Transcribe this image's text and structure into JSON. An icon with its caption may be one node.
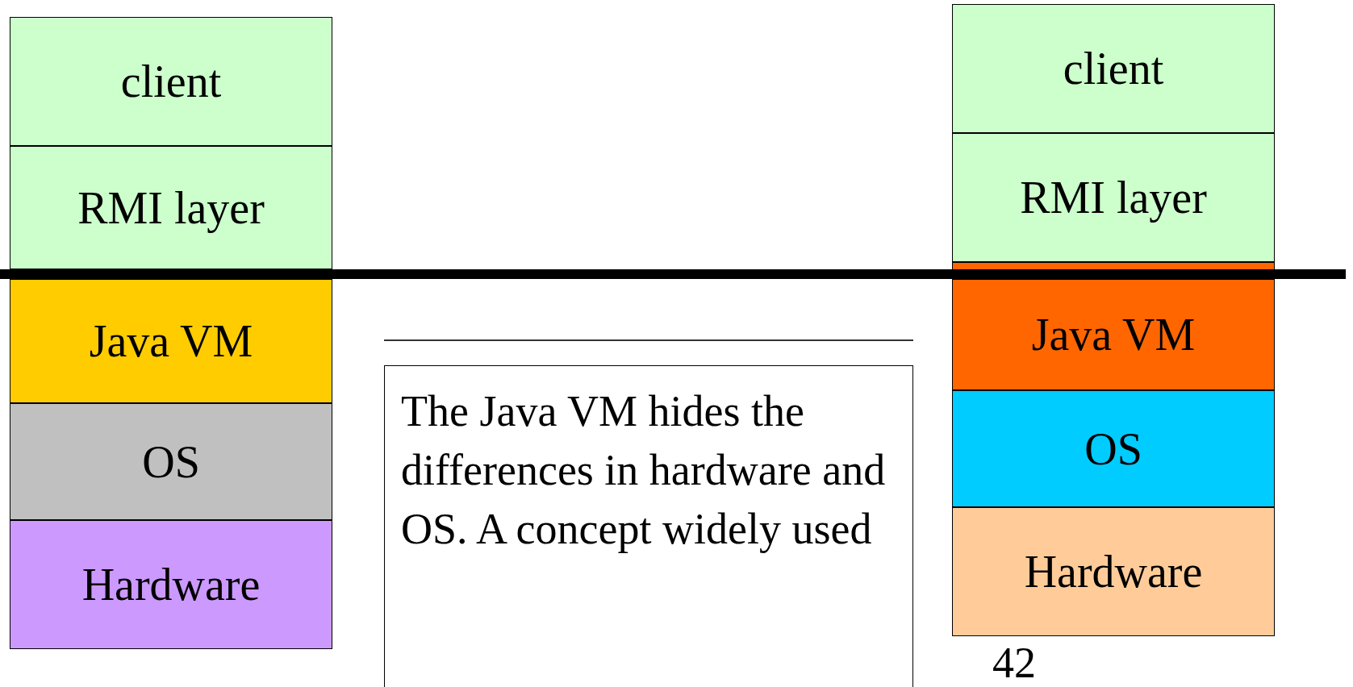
{
  "diagram": {
    "nodes": [
      {
        "text": [
          "client"
        ]
      },
      {
        "text": [
          "RMI layer"
        ]
      },
      {
        "text": [
          "Java VM"
        ]
      },
      {
        "text": [
          "OS"
        ]
      },
      {
        "text": [
          "Hardware"
        ]
      },
      {
        "text": [
          "The Java VM hides the differences in hardware and OS. A concept widely used"
        ]
      },
      {
        "text": [
          "client"
        ]
      },
      {
        "text": [
          "RMI layer"
        ]
      },
      {
        "text": [
          "Java VM"
        ]
      },
      {
        "text": [
          "OS"
        ]
      },
      {
        "text": [
          "Hardware"
        ]
      }
    ],
    "edges": [],
    "labels": [
      "42"
    ]
  }
}
